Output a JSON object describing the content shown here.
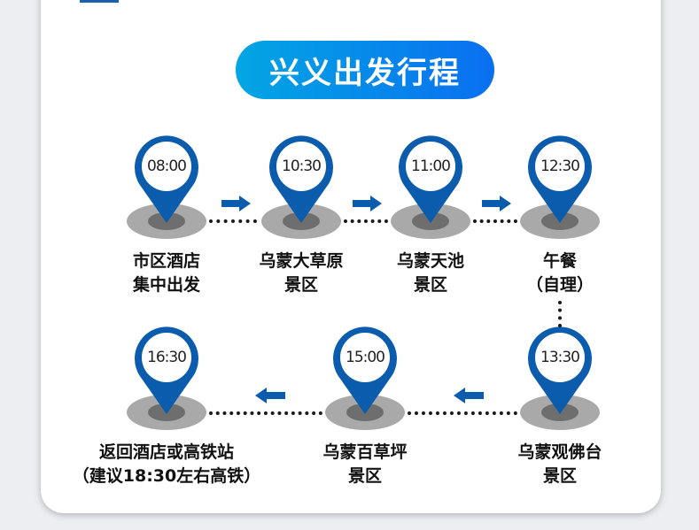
{
  "title": "兴义出发行程",
  "colors": {
    "pin": "#0b5cad",
    "title_start": "#03a6e4",
    "title_end": "#0a6ff0"
  },
  "stops": [
    {
      "time": "08:00",
      "line1": "市区酒店",
      "line2": "集中出发"
    },
    {
      "time": "10:30",
      "line1": "乌蒙大草原",
      "line2": "景区"
    },
    {
      "time": "11:00",
      "line1": "乌蒙天池",
      "line2": "景区"
    },
    {
      "time": "12:30",
      "line1": "午餐",
      "line2": "（自理）"
    },
    {
      "time": "13:30",
      "line1": "乌蒙观佛台",
      "line2": "景区"
    },
    {
      "time": "15:00",
      "line1": "乌蒙百草坪",
      "line2": "景区"
    },
    {
      "time": "16:30",
      "line1": "返回酒店或高铁站",
      "line2": "（建议18:30左右高铁）"
    }
  ]
}
